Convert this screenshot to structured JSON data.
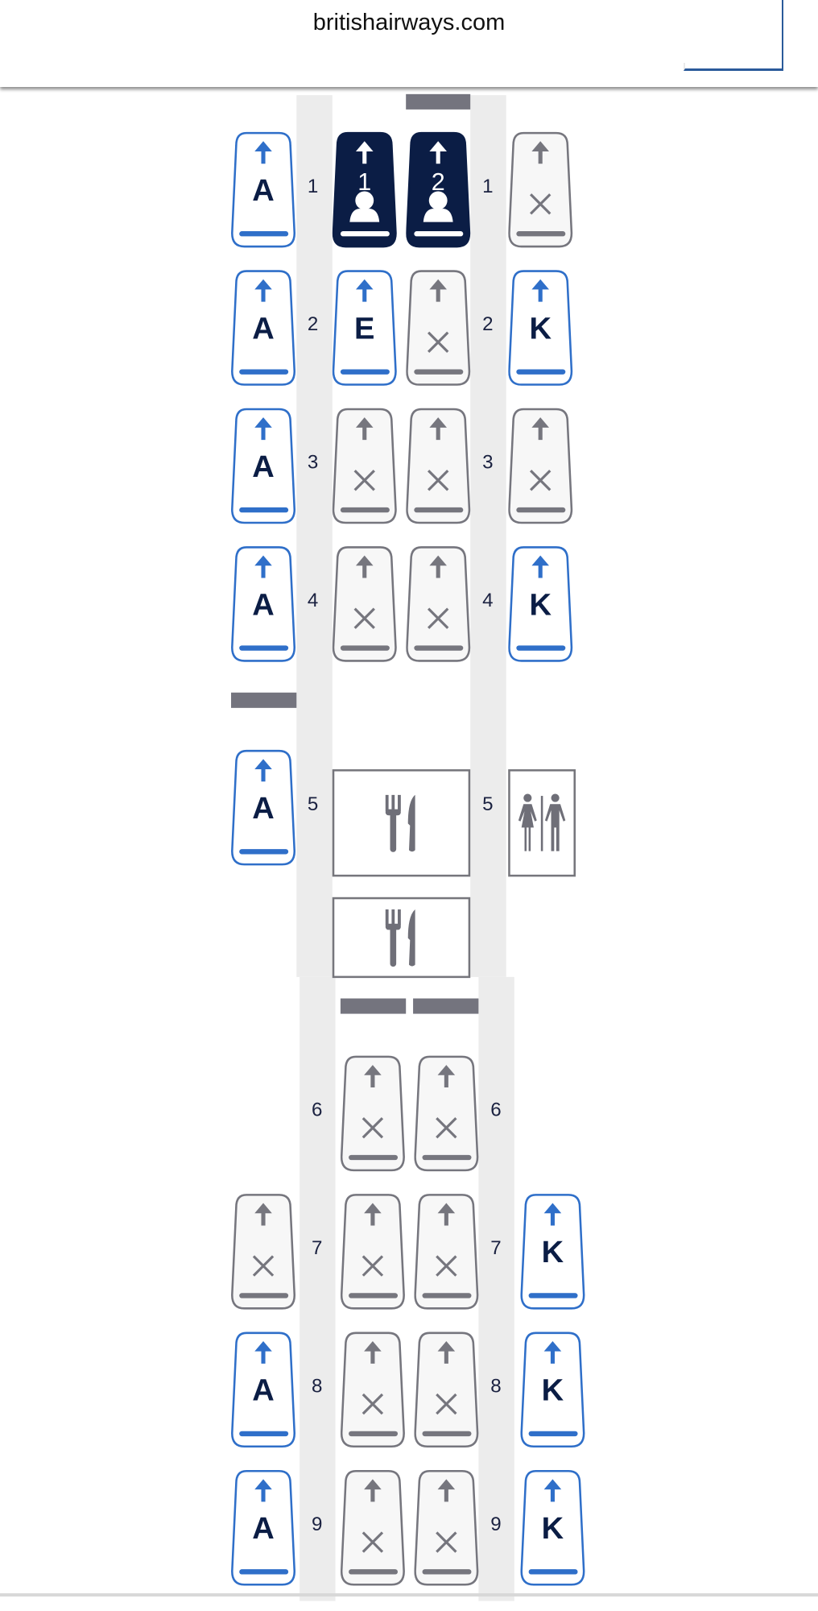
{
  "header": {
    "title": "britishairways.com"
  },
  "colors": {
    "available": "#2f6fc9",
    "navy": "#0b1d45",
    "unavailable": "#76767e",
    "aisle": "#ececec"
  },
  "cabin_upper": {
    "rows": [
      {
        "row": "1",
        "seats": [
          {
            "col": "A",
            "status": "available",
            "label": "A"
          },
          {
            "col": "E",
            "status": "selected",
            "label": "1"
          },
          {
            "col": "F",
            "status": "selected",
            "label": "2"
          },
          {
            "col": "K",
            "status": "unavailable",
            "label": ""
          }
        ]
      },
      {
        "row": "2",
        "seats": [
          {
            "col": "A",
            "status": "available",
            "label": "A"
          },
          {
            "col": "E",
            "status": "available",
            "label": "E"
          },
          {
            "col": "F",
            "status": "unavailable",
            "label": ""
          },
          {
            "col": "K",
            "status": "available",
            "label": "K"
          }
        ]
      },
      {
        "row": "3",
        "seats": [
          {
            "col": "A",
            "status": "available",
            "label": "A"
          },
          {
            "col": "E",
            "status": "unavailable",
            "label": ""
          },
          {
            "col": "F",
            "status": "unavailable",
            "label": ""
          },
          {
            "col": "K",
            "status": "unavailable",
            "label": ""
          }
        ]
      },
      {
        "row": "4",
        "seats": [
          {
            "col": "A",
            "status": "available",
            "label": "A"
          },
          {
            "col": "E",
            "status": "unavailable",
            "label": ""
          },
          {
            "col": "F",
            "status": "unavailable",
            "label": ""
          },
          {
            "col": "K",
            "status": "available",
            "label": "K"
          }
        ]
      },
      {
        "row": "5",
        "seats": [
          {
            "col": "A",
            "status": "available",
            "label": "A"
          }
        ]
      }
    ],
    "facilities": [
      {
        "type": "galley",
        "icon": "fork-knife-icon"
      },
      {
        "type": "galley",
        "icon": "fork-knife-icon"
      },
      {
        "type": "lavatory",
        "icon": "restroom-icon"
      }
    ]
  },
  "cabin_lower": {
    "rows": [
      {
        "row": "6",
        "seats": [
          {
            "col": "E",
            "status": "unavailable",
            "label": ""
          },
          {
            "col": "F",
            "status": "unavailable",
            "label": ""
          }
        ]
      },
      {
        "row": "7",
        "seats": [
          {
            "col": "A",
            "status": "unavailable",
            "label": ""
          },
          {
            "col": "E",
            "status": "unavailable",
            "label": ""
          },
          {
            "col": "F",
            "status": "unavailable",
            "label": ""
          },
          {
            "col": "K",
            "status": "available",
            "label": "K"
          }
        ]
      },
      {
        "row": "8",
        "seats": [
          {
            "col": "A",
            "status": "available",
            "label": "A"
          },
          {
            "col": "E",
            "status": "unavailable",
            "label": ""
          },
          {
            "col": "F",
            "status": "unavailable",
            "label": ""
          },
          {
            "col": "K",
            "status": "available",
            "label": "K"
          }
        ]
      },
      {
        "row": "9",
        "seats": [
          {
            "col": "A",
            "status": "available",
            "label": "A"
          },
          {
            "col": "E",
            "status": "unavailable",
            "label": ""
          },
          {
            "col": "F",
            "status": "unavailable",
            "label": ""
          },
          {
            "col": "K",
            "status": "available",
            "label": "K"
          }
        ]
      }
    ]
  }
}
